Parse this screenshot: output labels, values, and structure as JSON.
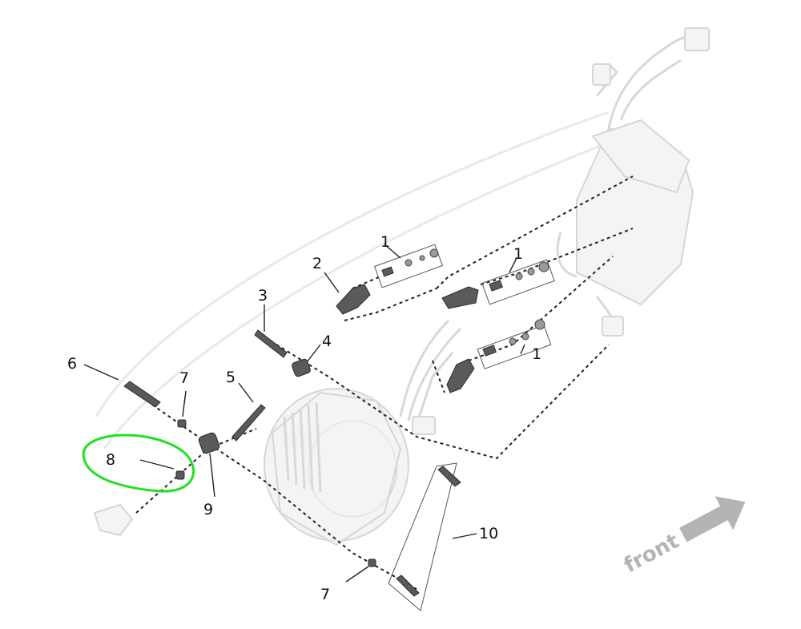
{
  "callouts": {
    "c1a": "1",
    "c1b": "1",
    "c1c": "1",
    "c2": "2",
    "c3": "3",
    "c4": "4",
    "c5": "5",
    "c6": "6",
    "c7a": "7",
    "c7b": "7",
    "c8": "8",
    "c9": "9",
    "c10": "10"
  },
  "direction": {
    "front_label": "front",
    "arrow_icon": "arrow-right-icon"
  },
  "colors": {
    "highlight": "#22e022",
    "ghost_stroke": "#d6d6d6",
    "parts": "#5a5a5a"
  }
}
